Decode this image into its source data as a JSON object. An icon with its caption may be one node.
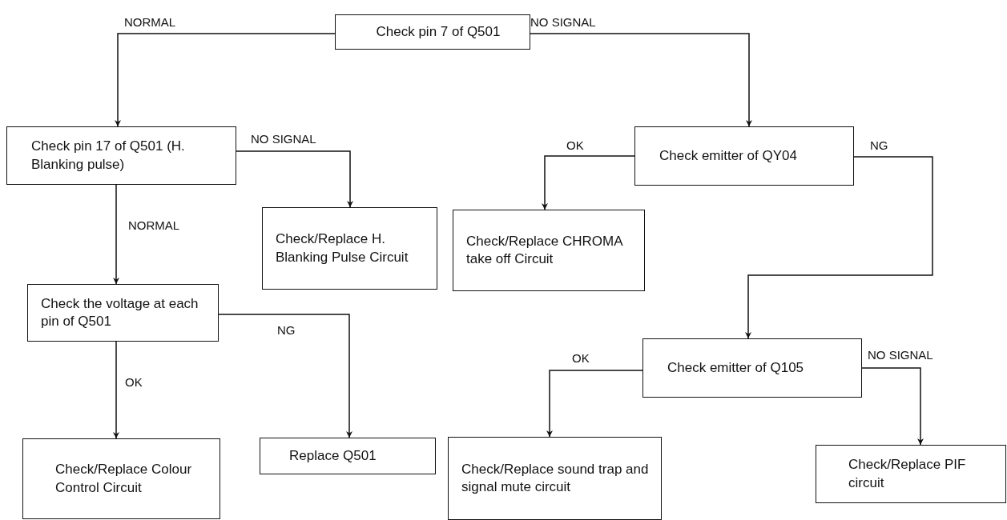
{
  "diagram": {
    "nodes": [
      {
        "text": [
          "Check pin 7 of Q501"
        ]
      },
      {
        "text": [
          "Check pin 17 of Q501 (H. Blanking pulse)"
        ]
      },
      {
        "text": [
          "Check emitter of QY04"
        ]
      },
      {
        "text": [
          "Check/Replace H. Blanking Pulse Circuit"
        ]
      },
      {
        "text": [
          "Check/Replace CHROMA take off Circuit"
        ]
      },
      {
        "text": [
          "Check the voltage at each pin of Q501"
        ]
      },
      {
        "text": [
          "Check emitter of Q105"
        ]
      },
      {
        "text": [
          "Check/Replace Colour Control Circuit"
        ]
      },
      {
        "text": [
          "Replace Q501"
        ]
      },
      {
        "text": [
          "Check/Replace sound trap and signal mute circuit"
        ]
      },
      {
        "text": [
          "Check/Replace PIF circuit"
        ]
      }
    ],
    "edges": [
      {
        "from": 0,
        "to": 1,
        "arrow": "to",
        "label": "NORMAL"
      },
      {
        "from": 0,
        "to": 2,
        "arrow": "to",
        "label": "NO SIGNAL"
      },
      {
        "from": 1,
        "to": 3,
        "arrow": "to",
        "label": "NO SIGNAL"
      },
      {
        "from": 1,
        "to": 5,
        "arrow": "to",
        "label": "NORMAL"
      },
      {
        "from": 2,
        "to": 4,
        "arrow": "to",
        "label": "OK"
      },
      {
        "from": 2,
        "to": 6,
        "arrow": "to",
        "label": "NG"
      },
      {
        "from": 5,
        "to": 7,
        "arrow": "to",
        "label": "OK"
      },
      {
        "from": 5,
        "to": 8,
        "arrow": "to",
        "label": "NG"
      },
      {
        "from": 6,
        "to": 9,
        "arrow": "to",
        "label": "OK"
      },
      {
        "from": 6,
        "to": 10,
        "arrow": "to",
        "label": "NO SIGNAL"
      }
    ]
  }
}
